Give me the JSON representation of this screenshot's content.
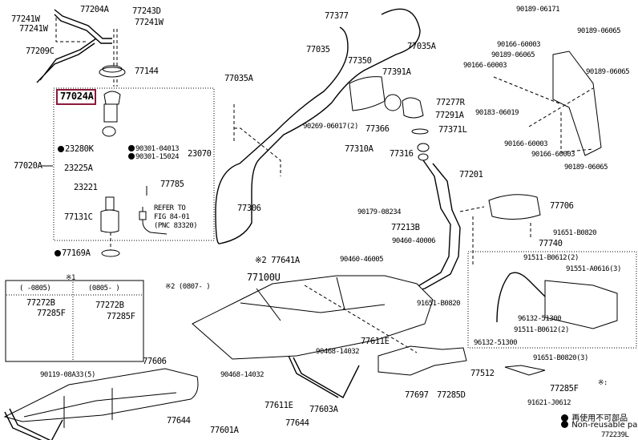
{
  "diagram": {
    "title": "Fuel tank & tube parts diagram",
    "figure_code": "772239L",
    "highlight_color": "#8b1a3a",
    "highlighted_part": "77024A",
    "legend": {
      "jp": "再使用不可部品",
      "en": "Non-reusable part"
    },
    "inset_box": {
      "marker": "※1",
      "col1_header": "( -0805)",
      "col2_header": "(0805- )",
      "col1_parts": [
        "77272B",
        "77285F"
      ],
      "col2_parts": [
        "77272B",
        "77285F"
      ]
    },
    "note2": "※2 (0807- )",
    "labels": {
      "p77204A": "77204A",
      "p77243D": "77243D",
      "p77241W_a": "77241W",
      "p77241W_b": "77241W",
      "p77241W_c": "77241W",
      "p77209C": "77209C",
      "p77144": "77144",
      "p77024A": "77024A",
      "p77020A": "77020A",
      "p23280K": "23280K",
      "p90301_04013": "90301-04013",
      "p90301_15024": "90301-15024",
      "p23070": "23070",
      "p23225A": "23225A",
      "p23221": "23221",
      "p77785": "77785",
      "refer_1": "REFER TO",
      "refer_2": "FIG 84-01",
      "refer_3": "(PNC 83320)",
      "p77131C": "77131C",
      "p77169A": "77169A",
      "p77377": "77377",
      "p77035A_a": "77035A",
      "p77035": "77035",
      "p77035A_b": "77035A",
      "p77350": "77350",
      "p77391A": "77391A",
      "p90269": "90269-06017(2)",
      "p77366": "77366",
      "p77306": "77306",
      "p77310A": "77310A",
      "p77316": "77316",
      "p90189_06171": "90189-06171",
      "p90166_60003_a": "90166-60003",
      "p90189_06065_a": "90189-06065",
      "p90189_06065_b": "90189-06065",
      "p90166_60003_b": "90166-60003",
      "p90189_06065_c": "90189-06065",
      "p77277R": "77277R",
      "p77291A": "77291A",
      "p90183_06019": "90183-06019",
      "p77371L": "77371L",
      "p90166_60003_c": "90166-60003",
      "p90166_60003_d": "90166-60003",
      "p90189_06065_d": "90189-06065",
      "p77201": "77201",
      "p90179_08234": "90179-08234",
      "p77706": "77706",
      "p77213B": "77213B",
      "p90460_40006": "90460-40006",
      "p91651_B0820_a": "91651-B0820",
      "p77740": "77740",
      "p90460_46005": "90460-46005",
      "p77641A": "※2 77641A",
      "p77100U": "77100U",
      "p91651_B0820_b": "91651-B0820",
      "p91511_B0612_a": "91511-B0612(2)",
      "p91551_A0616": "91551-A0616(3)",
      "p96132_51300_a": "96132-51300",
      "p91511_B0612_b": "91511-B0612(2)",
      "p96132_51300_b": "96132-51300",
      "p91651_B0820_c": "91651-B0820(3)",
      "p77606": "77606",
      "p90119_08A33": "90119-08A33(5)",
      "p90468_14032_a": "90468-14032",
      "p77611E_a": "77611E",
      "p90468_14032_b": "90468-14032",
      "p77611E_b": "77611E",
      "p77512": "77512",
      "p77697": "77697",
      "p77285D": "77285D",
      "p77285F": "77285F",
      "p91621_J0612": "91621-J0612",
      "p77603A": "77603A",
      "p77644_a": "77644",
      "p77644_b": "77644",
      "p77601A": "77601A",
      "note_x": "※:"
    }
  }
}
